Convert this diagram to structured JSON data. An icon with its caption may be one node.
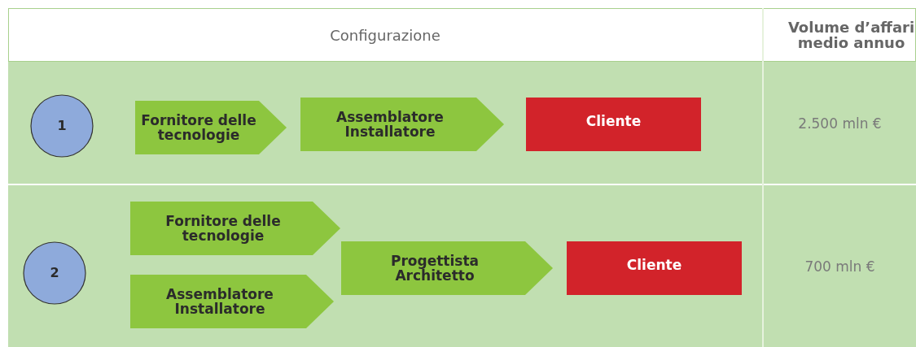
{
  "diagram": {
    "nodes": [
      {
        "text": [
          "1"
        ]
      },
      {
        "text": [
          "Fornitore delle tecnologie"
        ]
      },
      {
        "text": [
          "Assemblatore Installatore"
        ]
      },
      {
        "text": [
          "Cliente"
        ]
      },
      {
        "text": [
          "2"
        ]
      },
      {
        "text": [
          "Fornitore delle tecnologie"
        ]
      },
      {
        "text": [
          "Assemblatore Installatore"
        ]
      },
      {
        "text": [
          "Progettista Architetto"
        ]
      },
      {
        "text": [
          "Cliente"
        ]
      }
    ],
    "labels": [
      "Configurazione",
      "Volume d’affari medio annuo",
      "2.500 mln €",
      "700 mln €"
    ]
  }
}
